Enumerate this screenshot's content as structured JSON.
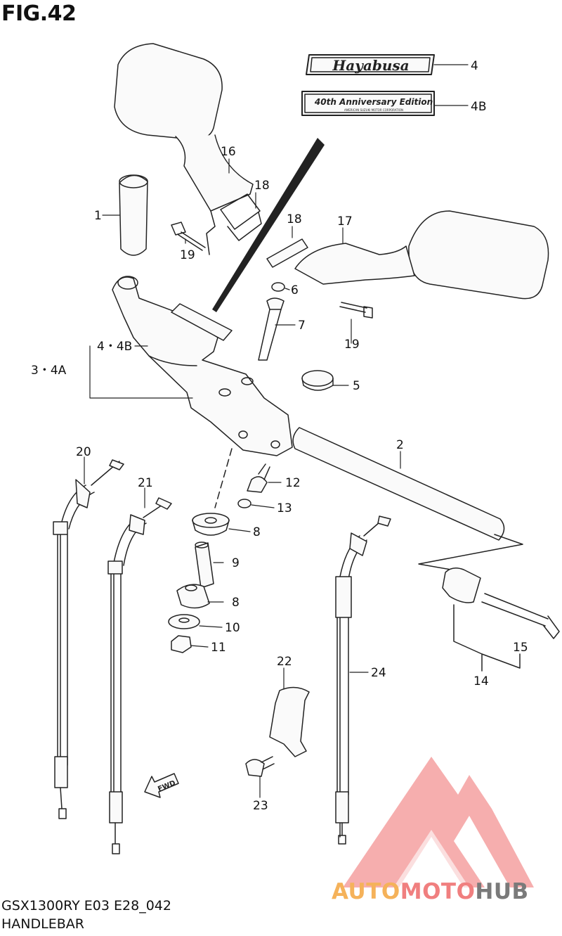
{
  "figure": {
    "title": "FIG.42",
    "model_code": "GSX1300RY E03 E28_042",
    "section_name": "HANDLEBAR"
  },
  "decals": {
    "hayabusa": "Hayabusa",
    "anniversary": "40th Anniversary Edition",
    "anniversary_sub": "AMERICAN SUZUKI MOTOR CORPORATION"
  },
  "labels": [
    {
      "id": "1",
      "text": "1"
    },
    {
      "id": "2",
      "text": "2"
    },
    {
      "id": "3-4a",
      "text": "3・4A"
    },
    {
      "id": "4",
      "text": "4"
    },
    {
      "id": "4-4b",
      "text": "4・4B"
    },
    {
      "id": "4b",
      "text": "4B"
    },
    {
      "id": "5",
      "text": "5"
    },
    {
      "id": "6",
      "text": "6"
    },
    {
      "id": "7",
      "text": "7"
    },
    {
      "id": "8a",
      "text": "8"
    },
    {
      "id": "8b",
      "text": "8"
    },
    {
      "id": "9",
      "text": "9"
    },
    {
      "id": "10",
      "text": "10"
    },
    {
      "id": "11",
      "text": "11"
    },
    {
      "id": "12",
      "text": "12"
    },
    {
      "id": "13",
      "text": "13"
    },
    {
      "id": "14",
      "text": "14"
    },
    {
      "id": "15",
      "text": "15"
    },
    {
      "id": "16",
      "text": "16"
    },
    {
      "id": "17",
      "text": "17"
    },
    {
      "id": "18a",
      "text": "18"
    },
    {
      "id": "18b",
      "text": "18"
    },
    {
      "id": "19a",
      "text": "19"
    },
    {
      "id": "19b",
      "text": "19"
    },
    {
      "id": "20",
      "text": "20"
    },
    {
      "id": "21",
      "text": "21"
    },
    {
      "id": "22",
      "text": "22"
    },
    {
      "id": "23",
      "text": "23"
    },
    {
      "id": "24",
      "text": "24"
    }
  ],
  "fwd_arrow": "FWD",
  "watermark": {
    "part1": "AUTO",
    "part2": "MOTO",
    "part3": "HUB",
    "colors": {
      "auto": "#f5b25a",
      "moto": "#f07f7f",
      "hub": "#7a7a7a",
      "logo": "#f5a0a0"
    }
  }
}
